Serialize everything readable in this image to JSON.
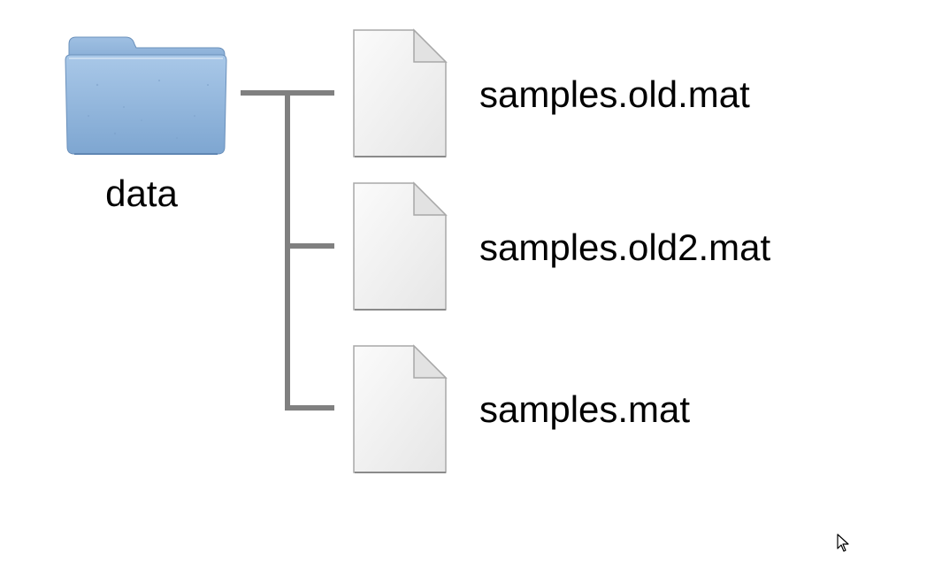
{
  "folder": {
    "name": "data",
    "icon": "folder-icon",
    "color": "#8fb4dc"
  },
  "files": [
    {
      "name": "samples.old.mat",
      "icon": "document-icon"
    },
    {
      "name": "samples.old2.mat",
      "icon": "document-icon"
    },
    {
      "name": "samples.mat",
      "icon": "document-icon"
    }
  ],
  "connector_color": "#808080",
  "cursor": {
    "icon": "pointer-cursor-icon"
  }
}
